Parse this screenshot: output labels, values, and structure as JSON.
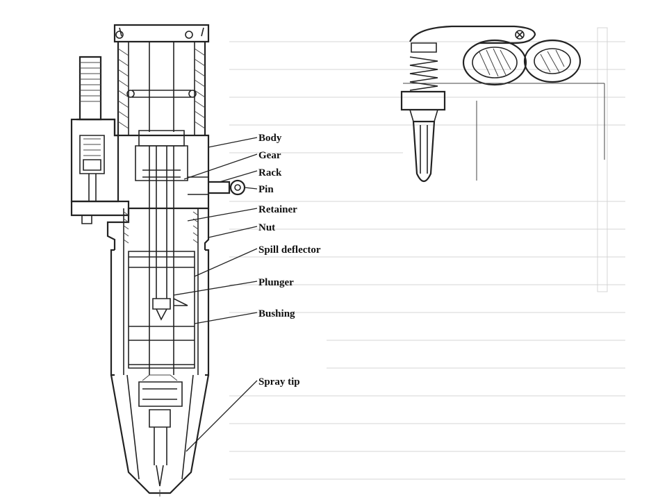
{
  "labels": {
    "body": "Body",
    "gear": "Gear",
    "rack": "Rack",
    "pin": "Pin",
    "retainer": "Retainer",
    "nut": "Nut",
    "spill_deflector": "Spill deflector",
    "plunger": "Plunger",
    "bushing": "Bushing",
    "spray_tip": "Spray tip"
  }
}
